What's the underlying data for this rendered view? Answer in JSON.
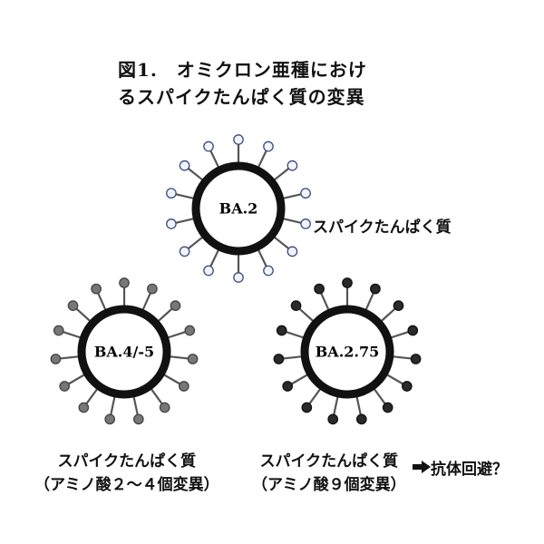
{
  "title": {
    "line1": "図1.　オミクロン亜種におけ",
    "line2": "るスパイクたんぱく質の変異"
  },
  "virions": [
    {
      "name": "BA.2",
      "spike_fill": "#f2f4fb",
      "spike_stroke": "#3b4a80"
    },
    {
      "name": "BA.4/-5",
      "spike_fill": "#777777",
      "spike_stroke": "#444444"
    },
    {
      "name": "BA.2.75",
      "spike_fill": "#2a2a2a",
      "spike_stroke": "#111111"
    }
  ],
  "spike_label": "スパイクたんぱく質",
  "captions": {
    "left": {
      "line1": "スパイクたんぱく質",
      "line2": "（アミノ酸２～４個変異）"
    },
    "right": {
      "line1": "スパイクたんぱく質",
      "line2": "（アミノ酸９個変異）"
    }
  },
  "arrow_icon": "right-arrow-icon",
  "result_label": "抗体回避？",
  "colors": {
    "ring": "#111111",
    "line": "#555555"
  }
}
